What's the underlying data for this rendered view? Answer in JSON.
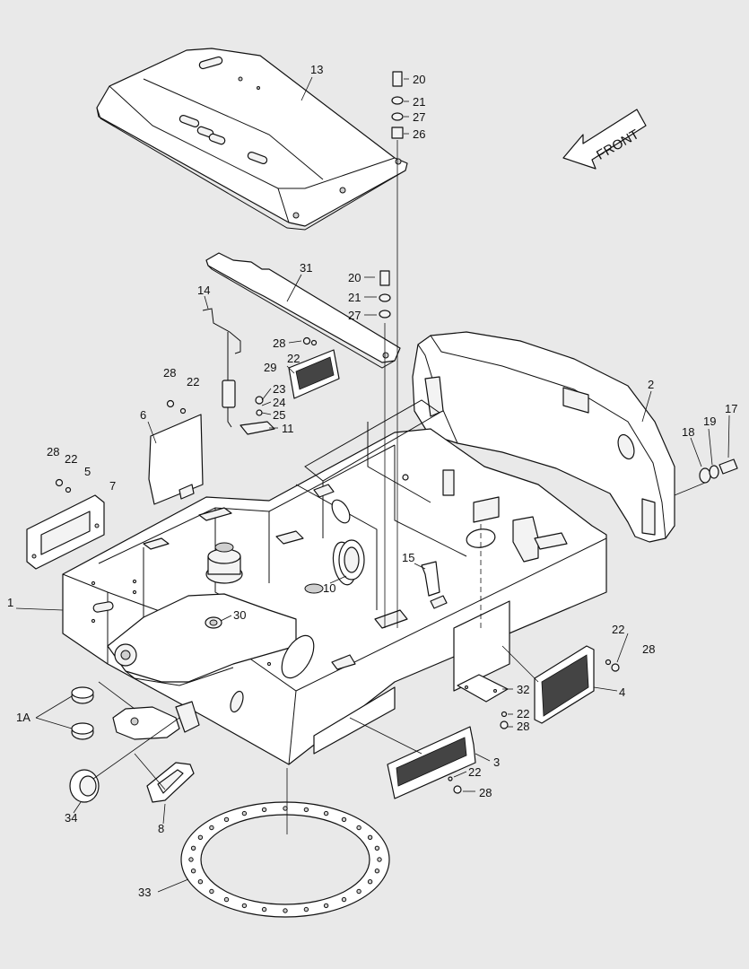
{
  "diagram": {
    "front_label": "FRONT",
    "callouts": {
      "c13": "13",
      "c20a": "20",
      "c21a": "21",
      "c27a": "27",
      "c26": "26",
      "c31": "31",
      "c20b": "20",
      "c21b": "21",
      "c27b": "27",
      "c14": "14",
      "c28a": "28",
      "c22a": "22",
      "c29": "29",
      "c23": "23",
      "c24": "24",
      "c25": "25",
      "c11": "11",
      "c28b": "28",
      "c22b": "22",
      "c6": "6",
      "c28c": "28",
      "c22c": "22",
      "c5": "5",
      "c7": "7",
      "c2": "2",
      "c17": "17",
      "c18": "18",
      "c19": "19",
      "c1": "1",
      "c10": "10",
      "c15": "15",
      "c30": "30",
      "c22d": "22",
      "c28d": "28",
      "c4": "4",
      "c32": "32",
      "c22e": "22",
      "c28e": "28",
      "c1A": "1A",
      "c3": "3",
      "c22f": "22",
      "c28f": "28",
      "c34": "34",
      "c8": "8",
      "c33": "33"
    }
  }
}
